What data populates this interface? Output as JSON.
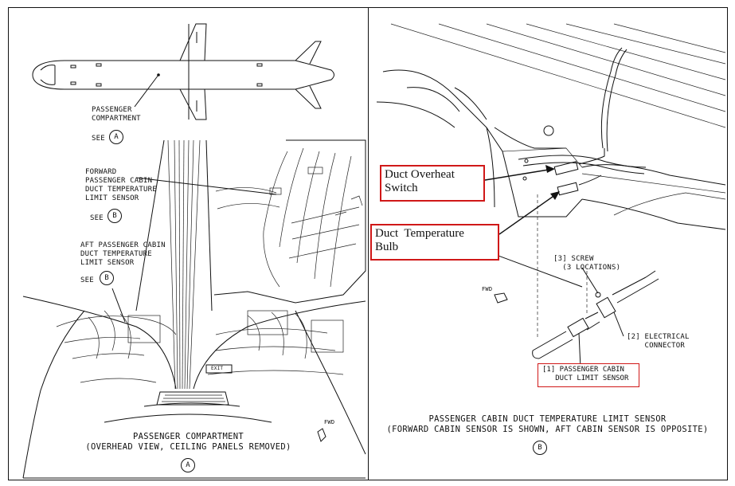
{
  "left_panel": {
    "passenger_compartment_label": "PASSENGER\nCOMPARTMENT",
    "see_a_prefix": "SEE",
    "see_a_ref": "A",
    "forward_sensor_label": "FORWARD\nPASSENGER CABIN\nDUCT TEMPERATURE\nLIMIT SENSOR",
    "see_b1_prefix": "SEE",
    "see_b1_ref": "B",
    "aft_sensor_label": "AFT PASSENGER CABIN\nDUCT TEMPERATURE\nLIMIT SENSOR",
    "see_b2_prefix": "SEE",
    "see_b2_ref": "B",
    "exit_sign": "EXIT",
    "fwd_label": "FWD",
    "caption_line1": "PASSENGER COMPARTMENT",
    "caption_line2": "(OVERHEAD VIEW, CEILING PANELS REMOVED)",
    "caption_ref": "A"
  },
  "right_panel": {
    "duct_overheat_switch": "Duct Overheat\nSwitch",
    "duct_temperature_bulb": "Duct  Temperature\nBulb",
    "screw_label": "[3] SCREW\n  (3 LOCATIONS)",
    "electrical_connector_label": "[2] ELECTRICAL\n    CONNECTOR",
    "fwd_label": "FWD",
    "sensor_box_label": "[1] PASSENGER CABIN\n   DUCT LIMIT SENSOR",
    "caption_line1": "PASSENGER CABIN DUCT TEMPERATURE LIMIT SENSOR",
    "caption_line2": "(FORWARD CABIN SENSOR IS SHOWN, AFT CABIN SENSOR IS OPPOSITE)",
    "caption_ref": "B"
  },
  "colors": {
    "highlight_box": "#d01818",
    "line": "#111111"
  }
}
